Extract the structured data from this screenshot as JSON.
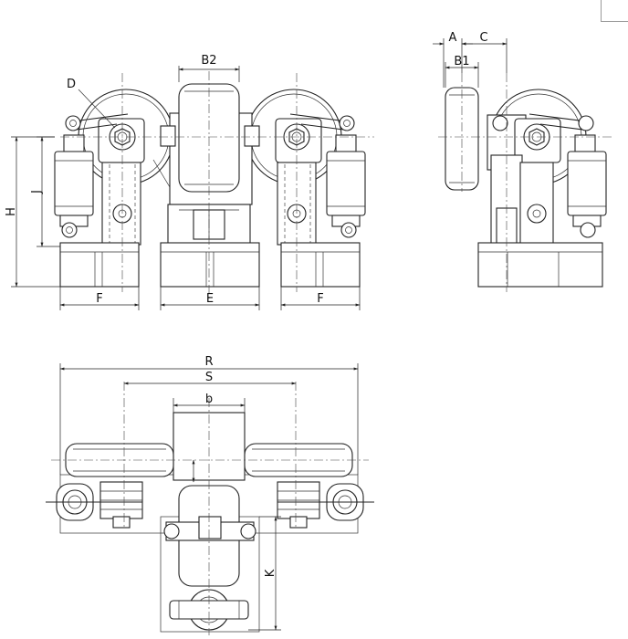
{
  "labels": {
    "b2": "B2",
    "d": "D",
    "h": "H",
    "j": "J",
    "f_left": "F",
    "e": "E",
    "f_right": "F",
    "a": "A",
    "c": "C",
    "b1": "B1",
    "r": "R",
    "s": "S",
    "b": "b",
    "k": "K"
  }
}
